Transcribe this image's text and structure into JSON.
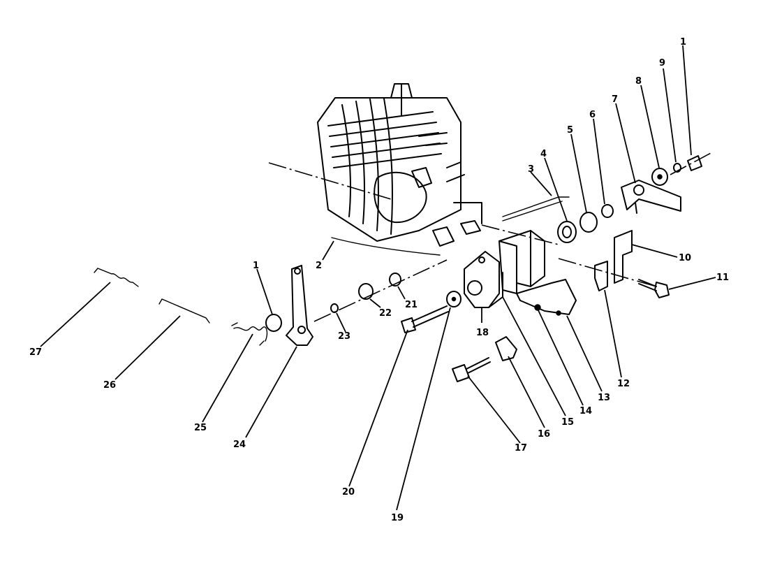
{
  "callouts": {
    "c1a": "1",
    "c1b": "1",
    "c2": "2",
    "c3": "3",
    "c4": "4",
    "c5": "5",
    "c6": "6",
    "c7": "7",
    "c8": "8",
    "c9": "9",
    "c10": "10",
    "c11": "11",
    "c12": "12",
    "c13": "13",
    "c14": "14",
    "c15": "15",
    "c16": "16",
    "c17": "17",
    "c18": "18",
    "c19": "19",
    "c20": "20",
    "c21": "21",
    "c22": "22",
    "c23": "23",
    "c24": "24",
    "c25": "25",
    "c26": "26",
    "c27": "27"
  },
  "colors": {
    "ink": "#000000",
    "paper": "#ffffff"
  }
}
